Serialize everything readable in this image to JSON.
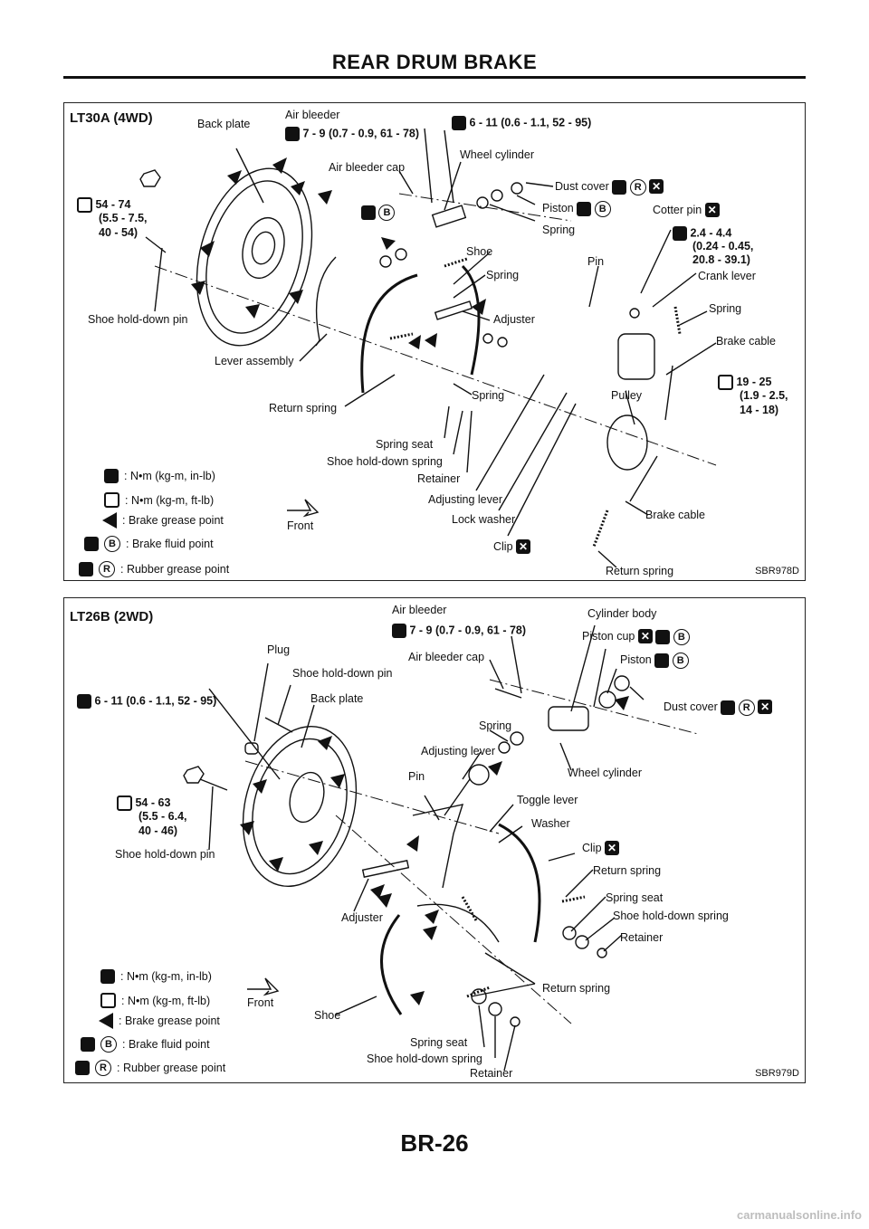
{
  "header": {
    "title": "REAR DRUM BRAKE"
  },
  "footer": {
    "page_number": "BR-26"
  },
  "watermark": "carmanualsonline.info",
  "legend": {
    "torque_in_lb": ": N•m (kg-m, in-lb)",
    "torque_ft_lb": ": N•m (kg-m, ft-lb)",
    "grease_point": ": Brake grease point",
    "fluid_point": ": Brake fluid point",
    "rubber_grease": ": Rubber grease point",
    "front": "Front",
    "b_glyph": "B",
    "r_glyph": "R"
  },
  "panel1": {
    "title": "LT30A (4WD)",
    "ref": "SBR978D",
    "labels": {
      "back_plate": "Back plate",
      "air_bleeder": "Air bleeder",
      "air_bleeder_torque": "7 - 9 (0.7 - 0.9, 61 - 78)",
      "wc_torque": "6 - 11 (0.6 - 1.1, 52 - 95)",
      "wheel_cylinder": "Wheel cylinder",
      "air_bleeder_cap": "Air bleeder cap",
      "dust_cover": "Dust cover",
      "piston": "Piston",
      "cotter_pin": "Cotter pin",
      "spring_1": "Spring",
      "torque_2_4": "2.4 - 4.4",
      "torque_2_4b": "(0.24 - 0.45,",
      "torque_2_4c": "20.8 - 39.1)",
      "crank_lever": "Crank lever",
      "torque_54_74": "54 - 74",
      "torque_54_74b": "(5.5 - 7.5,",
      "torque_54_74c": "40 - 54)",
      "shoe": "Shoe",
      "spring_2": "Spring",
      "pin": "Pin",
      "spring_3": "Spring",
      "shoe_hold_down_pin": "Shoe hold-down pin",
      "adjuster": "Adjuster",
      "brake_cable_1": "Brake cable",
      "lever_assembly": "Lever assembly",
      "torque_19_25": "19 - 25",
      "torque_19_25b": "(1.9 - 2.5,",
      "torque_19_25c": "14 - 18)",
      "pulley": "Pulley",
      "return_spring_1": "Return spring",
      "spring_4": "Spring",
      "spring_seat": "Spring seat",
      "shoe_hold_down_spring": "Shoe hold-down spring",
      "retainer": "Retainer",
      "adjusting_lever": "Adjusting lever",
      "lock_washer": "Lock washer",
      "brake_cable_2": "Brake cable",
      "clip": "Clip",
      "return_spring_2": "Return spring"
    }
  },
  "panel2": {
    "title": "LT26B (2WD)",
    "ref": "SBR979D",
    "labels": {
      "air_bleeder": "Air bleeder",
      "air_bleeder_torque": "7 - 9 (0.7 - 0.9, 61 - 78)",
      "cylinder_body": "Cylinder body",
      "piston_cup": "Piston cup",
      "plug": "Plug",
      "air_bleeder_cap": "Air bleeder cap",
      "piston": "Piston",
      "shoe_hold_down_pin_top": "Shoe hold-down pin",
      "wc_torque": "6 - 11 (0.6 - 1.1, 52 - 95)",
      "back_plate": "Back plate",
      "dust_cover": "Dust cover",
      "spring": "Spring",
      "adjusting_lever": "Adjusting lever",
      "wheel_cylinder": "Wheel cylinder",
      "pin": "Pin",
      "torque_54_63": "54 - 63",
      "torque_54_63b": "(5.5 - 6.4,",
      "torque_54_63c": "40 - 46)",
      "toggle_lever": "Toggle lever",
      "washer": "Washer",
      "shoe_hold_down_pin": "Shoe hold-down pin",
      "clip": "Clip",
      "return_spring_1": "Return spring",
      "spring_seat_1": "Spring seat",
      "adjuster": "Adjuster",
      "shoe_hold_down_spring_1": "Shoe hold-down spring",
      "retainer_1": "Retainer",
      "return_spring_2": "Return spring",
      "shoe": "Shoe",
      "spring_seat_2": "Spring seat",
      "shoe_hold_down_spring_2": "Shoe hold-down spring",
      "retainer_2": "Retainer"
    }
  }
}
